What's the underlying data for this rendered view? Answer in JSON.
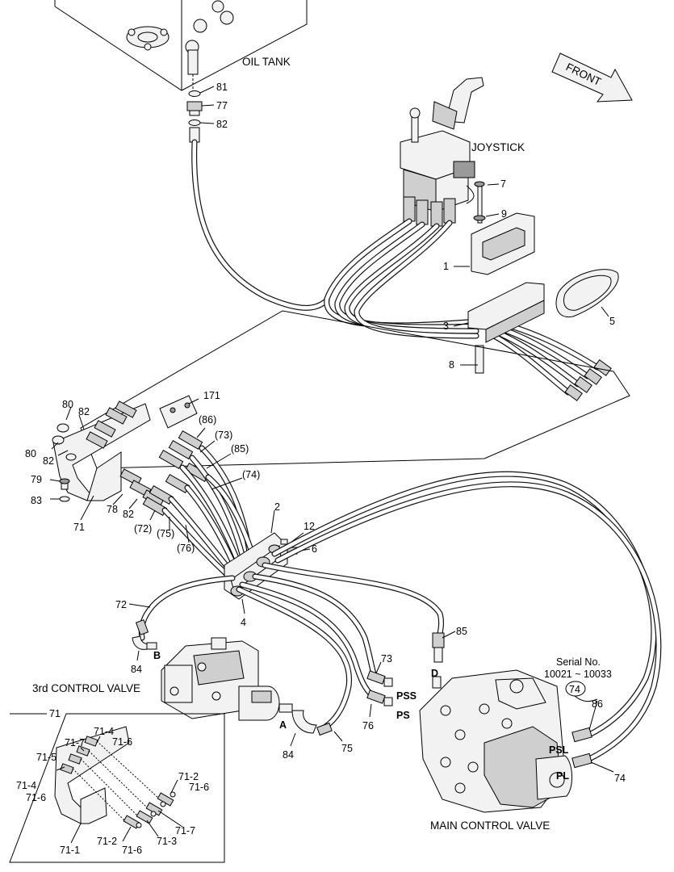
{
  "titles": {
    "oil_tank": "OIL TANK",
    "joystick": "JOYSTICK",
    "front": "FRONT",
    "third_valve": "3rd CONTROL VALVE",
    "main_valve": "MAIN CONTROL VALVE",
    "serial_no": "Serial No.",
    "serial_range": "10021 ~ 10033"
  },
  "ports": {
    "b": "B",
    "a": "A",
    "d": "D",
    "pss": "PSS",
    "ps": "PS",
    "psl": "PSL",
    "pl": "PL"
  },
  "labels": {
    "l81": "81",
    "l77": "77",
    "l82a": "82",
    "l7": "7",
    "l9": "9",
    "l1": "1",
    "l5": "5",
    "l3": "3",
    "l8": "8",
    "l80a": "80",
    "l82b": "82",
    "l171": "171",
    "l80b": "80",
    "l82c": "82",
    "l86p": "(86)",
    "l73p": "(73)",
    "l85p": "(85)",
    "l74p": "(74)",
    "l79": "79",
    "l83": "83",
    "l78": "78",
    "l82d": "82",
    "l72p": "(72)",
    "l75p": "(75)",
    "l71": "71",
    "l76p": "(76)",
    "l2": "2",
    "l12": "12",
    "l6": "6",
    "l4": "4",
    "l72": "72",
    "l84a": "84",
    "l85": "85",
    "l73": "73",
    "l76": "76",
    "l84b": "84",
    "l75": "75",
    "l74c": "74",
    "l86": "86",
    "l74": "74",
    "d71": "71",
    "d71_4a": "71-4",
    "d71_7a": "71-7",
    "d71_5": "71-5",
    "d71_6a": "71-6",
    "d71_4b": "71-4",
    "d71_6b": "71-6",
    "d71_2a": "71-2",
    "d71_6c": "71-6",
    "d71_7b": "71-7",
    "d71_1": "71-1",
    "d71_2b": "71-2",
    "d71_6d": "71-6",
    "d71_3": "71-3"
  }
}
